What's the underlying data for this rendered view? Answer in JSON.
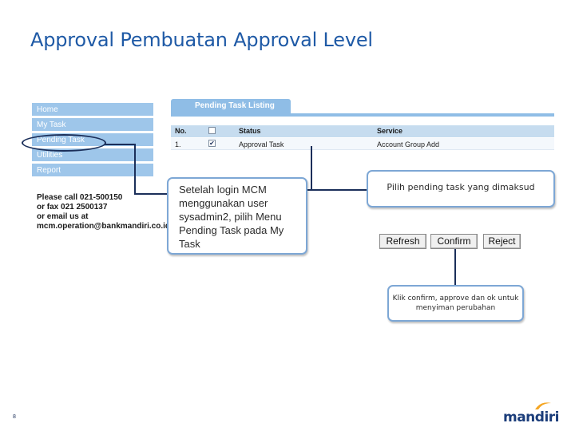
{
  "slide": {
    "title": "Approval Pembuatan Approval Level",
    "page_number": "8"
  },
  "menu": {
    "items": [
      "Home",
      "My Task",
      "Pending Task",
      "Utilities",
      "Report"
    ]
  },
  "contact": {
    "line1": "Please call 021-500150",
    "line2": "or fax 021 2500137",
    "line3": "or email us at",
    "line4": "mcm.operation@bankmandiri.co.id"
  },
  "pending": {
    "tab_label": "Pending Task Listing",
    "columns": [
      "No.",
      "Status",
      "Service"
    ],
    "row": {
      "no": "1.",
      "checked": true,
      "status": "Approval Task",
      "service": "Account Group Add"
    }
  },
  "callouts": {
    "login": "Setelah login MCM menggunakan user sysadmin2, pilih Menu Pending Task pada My Task",
    "select": "Pilih pending task yang dimaksud",
    "confirm": "Klik confirm, approve dan ok untuk menyiman perubahan"
  },
  "buttons": {
    "refresh": "Refresh",
    "confirm": "Confirm",
    "reject": "Reject"
  },
  "logo": {
    "text": "mandiri",
    "accent_color": "#f5a623",
    "brand_color": "#1b3d7a"
  }
}
